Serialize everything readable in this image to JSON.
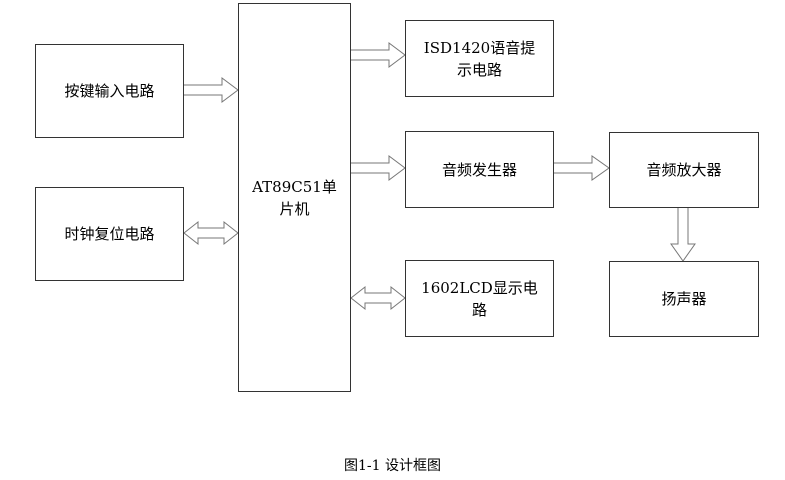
{
  "nodes": {
    "keypad": "按键输入电路",
    "clock_reset": "时钟复位电路",
    "mcu": "AT89C51单片机",
    "voice": "ISD1420语音提示电路",
    "tone_gen": "音频发生器",
    "lcd": "1602LCD显示电路",
    "amplifier": "音频放大器",
    "speaker": "扬声器"
  },
  "edges": [
    {
      "from": "keypad",
      "to": "mcu",
      "style": "one-way"
    },
    {
      "from": "clock_reset",
      "to": "mcu",
      "style": "two-way"
    },
    {
      "from": "mcu",
      "to": "voice",
      "style": "one-way"
    },
    {
      "from": "mcu",
      "to": "tone_gen",
      "style": "one-way"
    },
    {
      "from": "mcu",
      "to": "lcd",
      "style": "two-way"
    },
    {
      "from": "tone_gen",
      "to": "amplifier",
      "style": "one-way"
    },
    {
      "from": "amplifier",
      "to": "speaker",
      "style": "one-way"
    }
  ],
  "caption": "图1-1 设计框图"
}
